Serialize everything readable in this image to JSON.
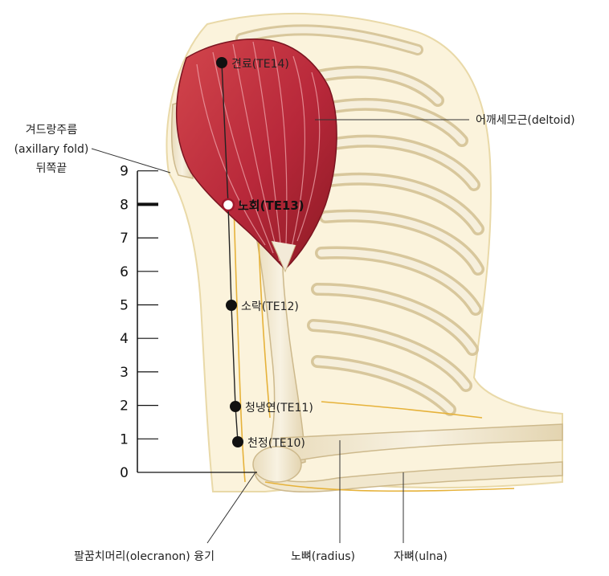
{
  "scale": {
    "ticks": [
      "0",
      "1",
      "2",
      "3",
      "4",
      "5",
      "6",
      "7",
      "8",
      "9"
    ],
    "highlighted": 8
  },
  "points": [
    {
      "label": "견료(TE14)",
      "type": "filled"
    },
    {
      "label": "노회(TE13)",
      "type": "open",
      "color": "#a0182c"
    },
    {
      "label": "소락(TE12)",
      "type": "filled"
    },
    {
      "label": "청냉연(TE11)",
      "type": "filled"
    },
    {
      "label": "천정(TE10)",
      "type": "filled"
    }
  ],
  "annotations": {
    "deltoid": "어깨세모근(deltoid)",
    "axillary": [
      "겨드랑주름",
      "(axillary fold)",
      "뒤쪽끝"
    ],
    "olecranon": "팔꿈치머리(olecranon) 융기",
    "radius": "노뼈(radius)",
    "ulna": "자뼈(ulna)"
  },
  "colors": {
    "muscle": "#c0303a",
    "muscle_dark": "#8c1a24",
    "bone": "#f3ebd6",
    "skin": "#faf2d8",
    "nerve": "#e6b23a"
  }
}
